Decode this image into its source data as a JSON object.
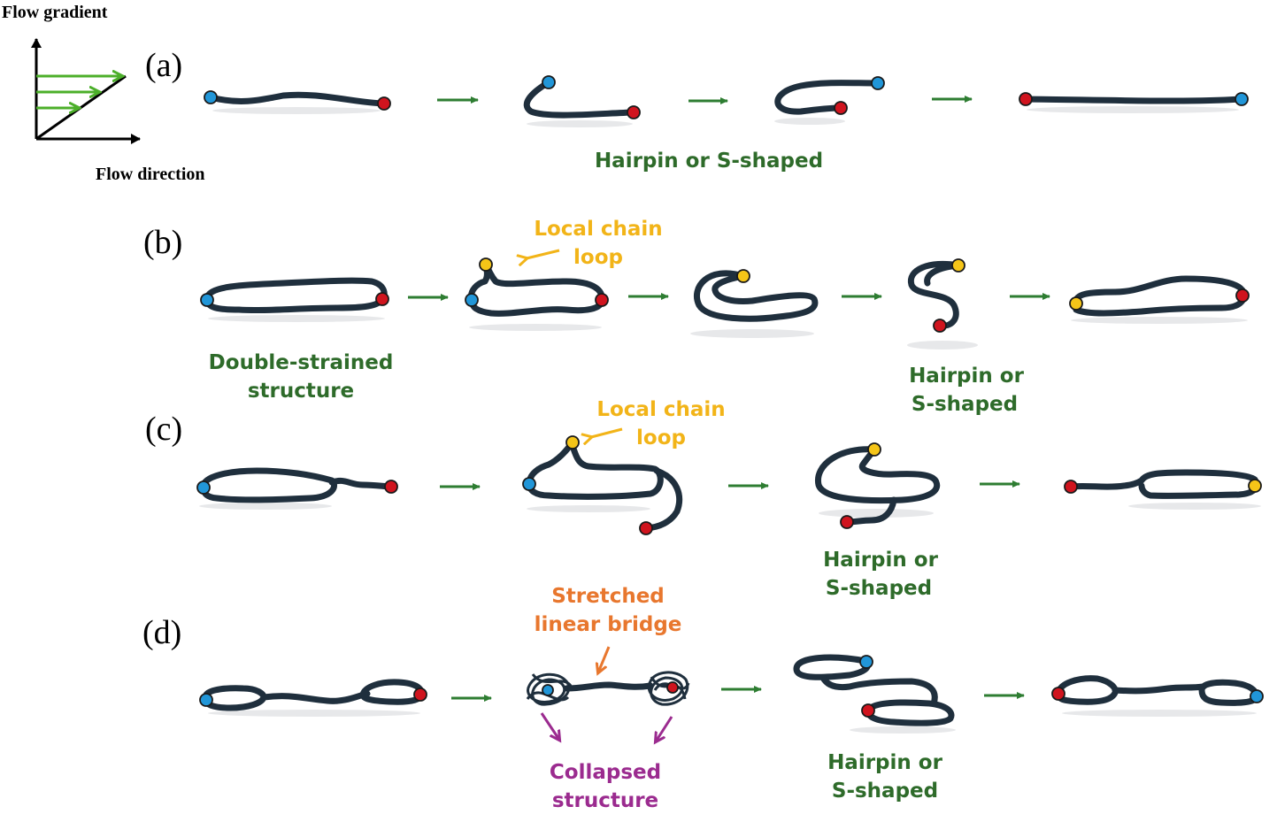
{
  "figure": {
    "inset": {
      "y_label": "Flow gradient",
      "x_label": "Flow direction",
      "gradient_arrow_color": "#4caf2a",
      "axis_color": "#000000"
    },
    "colors": {
      "chain": "#1f2f3d",
      "end_blue": "#2196d8",
      "end_red": "#d0141e",
      "end_yellow": "#f5c518",
      "transition_arrow": "#2e7d32",
      "label_green": "#2e6b2a",
      "label_yellow": "#f2b418",
      "label_orange": "#e8772e",
      "label_purple": "#9b2b8f"
    },
    "panels": [
      {
        "id": "a",
        "label": "(a)",
        "stages": [
          "stretched linear chain",
          "hairpin bend",
          "hairpin fold",
          "stretched linear chain (flipped)"
        ],
        "annotations": [
          {
            "text": "Hairpin or S-shaped",
            "color": "green"
          }
        ]
      },
      {
        "id": "b",
        "label": "(b)",
        "stages": [
          "double-strand ring",
          "ring with local loop",
          "folded hairpin",
          "S-shaped fold",
          "stretched ring"
        ],
        "annotations": [
          {
            "line1": "Double-strained",
            "line2": "structure",
            "color": "green"
          },
          {
            "line1": "Local chain",
            "line2": "loop",
            "color": "yellow"
          },
          {
            "line1": "Hairpin or",
            "line2": "S-shaped",
            "color": "green"
          }
        ]
      },
      {
        "id": "c",
        "label": "(c)",
        "stages": [
          "ring with tail",
          "ring with local loop and tail",
          "S-shaped fold with tail",
          "stretched ring with tail"
        ],
        "annotations": [
          {
            "line1": "Local chain",
            "line2": "loop",
            "color": "yellow"
          },
          {
            "line1": "Hairpin or",
            "line2": "S-shaped",
            "color": "green"
          }
        ]
      },
      {
        "id": "d",
        "label": "(d)",
        "stages": [
          "dumbbell",
          "collapsed dumbbell",
          "hairpin dumbbell",
          "stretched dumbbell"
        ],
        "annotations": [
          {
            "line1": "Stretched",
            "line2": "linear bridge",
            "color": "orange"
          },
          {
            "line1": "Collapsed",
            "line2": "structure",
            "color": "purple"
          },
          {
            "line1": "Hairpin or",
            "line2": "S-shaped",
            "color": "green"
          }
        ]
      }
    ]
  }
}
